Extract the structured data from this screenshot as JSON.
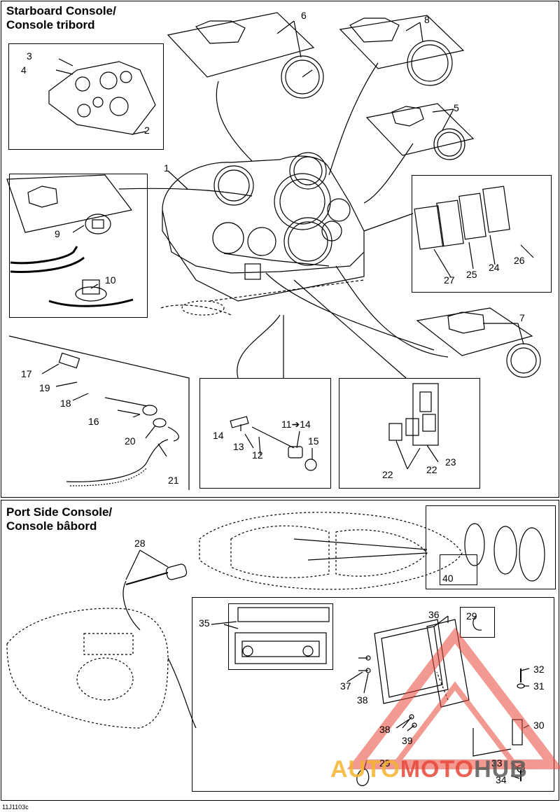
{
  "starboard": {
    "title_line1": "Starboard Console/",
    "title_line2": "Console tribord"
  },
  "port": {
    "title_line1": "Port Side Console/",
    "title_line2": "Console bâbord"
  },
  "callouts_top": [
    "1",
    "2",
    "3",
    "4",
    "5",
    "6",
    "7",
    "8",
    "9",
    "10",
    "11➔14",
    "12",
    "13",
    "14",
    "15",
    "16",
    "17",
    "18",
    "19",
    "20",
    "21",
    "22",
    "22",
    "23",
    "24",
    "25",
    "26",
    "27"
  ],
  "callouts_bottom": [
    "28",
    "29",
    "29",
    "30",
    "31",
    "32",
    "33",
    "34",
    "35",
    "36",
    "37",
    "38",
    "38",
    "39",
    "40"
  ],
  "figure_code": "11J1103c",
  "watermark": {
    "auto": "AUTO",
    "moto": "MOTO",
    "hub": "HUB",
    "colors": {
      "auto": "#f5b52e",
      "moto": "#e8473a",
      "hub": "#5a5a5a"
    }
  }
}
